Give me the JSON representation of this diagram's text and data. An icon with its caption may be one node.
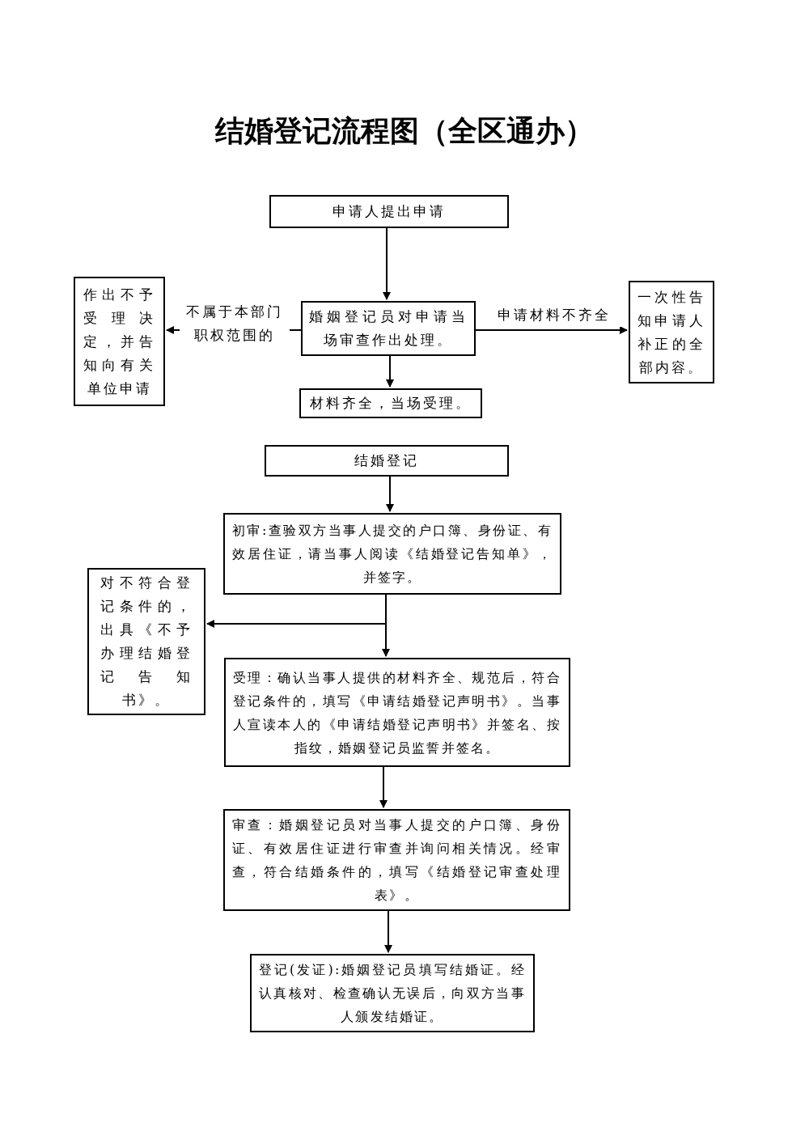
{
  "diagram": {
    "title": "结婚登记流程图（全区通办）",
    "nodes": [
      {
        "text": [
          "申请人提出申请"
        ]
      },
      {
        "text": [
          "婚姻登记员对申请当场审查作出处理。"
        ]
      },
      {
        "text": [
          "作出不予受理决定，并告知向有关单位申请"
        ]
      },
      {
        "text": [
          "一次性告知申请人补正的全部内容。"
        ]
      },
      {
        "text": [
          "材料齐全，当场受理。"
        ]
      },
      {
        "text": [
          "结婚登记"
        ]
      },
      {
        "text": [
          "初审:查验双方当事人提交的户口簿、身份证、有效居住证，请当事人阅读《结婚登记告知单》，并签字。"
        ]
      },
      {
        "text": [
          "对不符合登记条件的，出具《不予办理结婚登记告知书》。"
        ]
      },
      {
        "text": [
          "受理：确认当事人提供的材料齐全、规范后，符合登记条件的，填写《申请结婚登记声明书》。当事人宣读本人的《申请结婚登记声明书》并签名、按指纹，婚姻登记员监誓并签名。"
        ]
      },
      {
        "text": [
          "审查：婚姻登记员对当事人提交的户口簿、身份证、有效居住证进行审查并询问相关情况。经审查，符合结婚条件的，填写《结婚登记审查处理表》。"
        ]
      },
      {
        "text": [
          "登记(发证):婚姻登记员填写结婚证。经认真核对、检查确认无误后，向双方当事人颁发结婚证。"
        ]
      }
    ],
    "edges": [
      {
        "from": 0,
        "to": 1,
        "arrow": "to"
      },
      {
        "from": 1,
        "to": 2,
        "arrow": "to",
        "label": "不属于本部门职权范围的"
      },
      {
        "from": 1,
        "to": 3,
        "arrow": "to",
        "label": "申请材料不齐全"
      },
      {
        "from": 1,
        "to": 4,
        "arrow": "to"
      },
      {
        "from": 5,
        "to": 6,
        "arrow": "to"
      },
      {
        "from": 6,
        "to": 8,
        "arrow": "to"
      },
      {
        "from": 6,
        "to": 7,
        "arrow": "to"
      },
      {
        "from": 8,
        "to": 9,
        "arrow": "to"
      },
      {
        "from": 9,
        "to": 10,
        "arrow": "to"
      }
    ]
  }
}
